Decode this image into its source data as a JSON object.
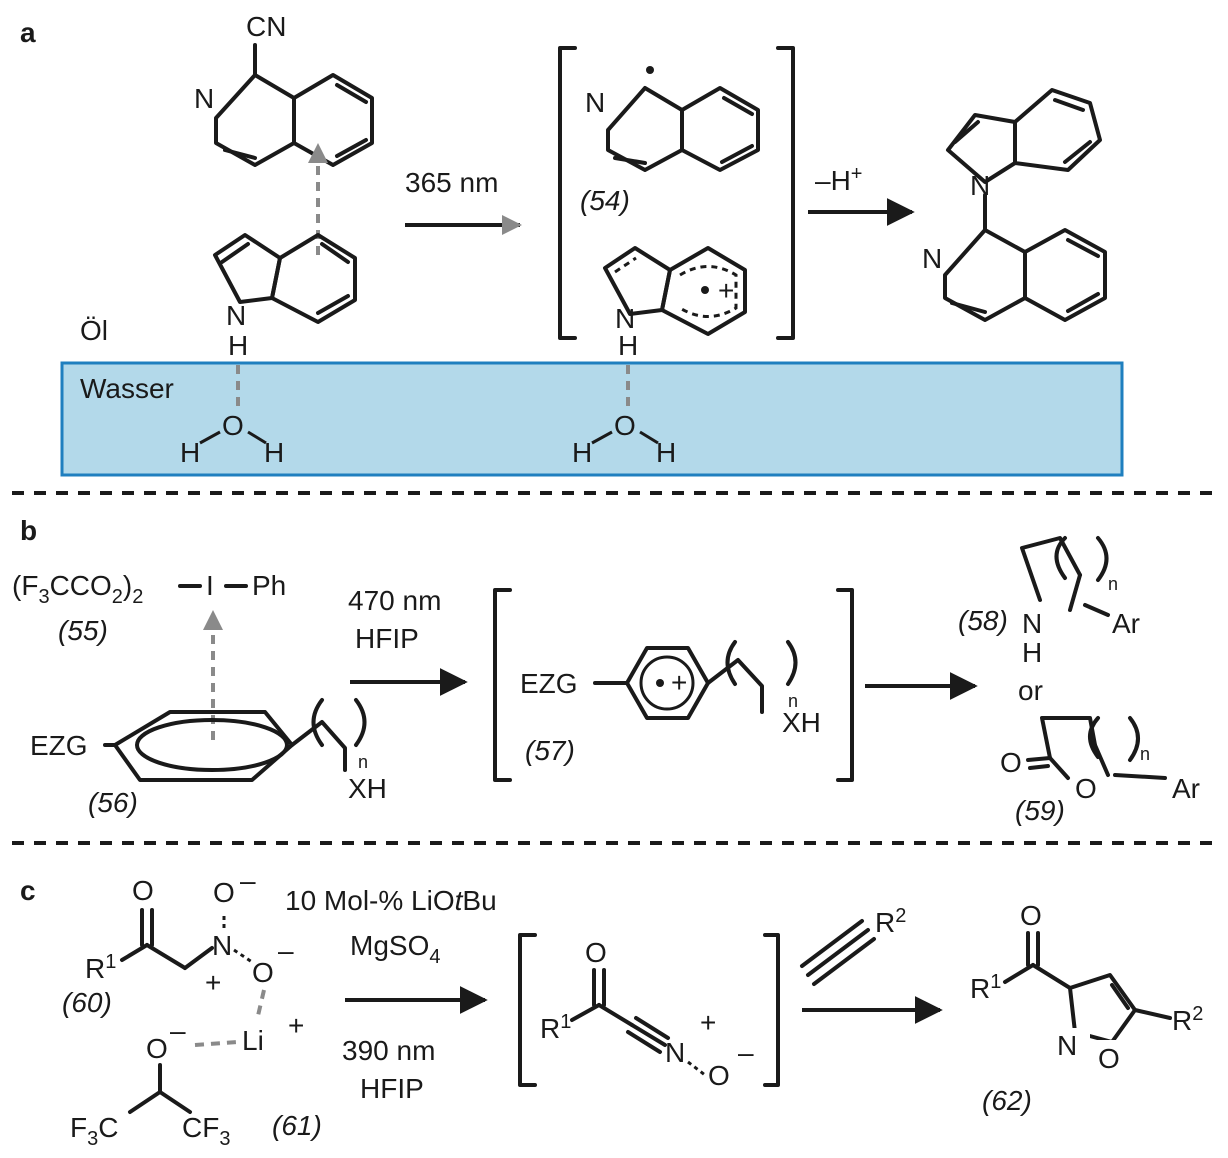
{
  "colors": {
    "water_fill": "#b3d9ea",
    "water_border": "#1f7fbf",
    "ink": "#1a1a1a",
    "interaction_arrow": "#8a8a8a"
  },
  "panel_a": {
    "label": "a",
    "conditions": "365 nm",
    "step2": "–H",
    "step2_sup": "+",
    "oil_label": "Öl",
    "water_label": "Wasser",
    "compound_54": "(54)",
    "atoms": {
      "cn": "CN",
      "n": "N",
      "nh_n": "N",
      "nh_h": "H",
      "o": "O",
      "h": "H",
      "plus": "+"
    }
  },
  "panel_b": {
    "label": "b",
    "conditions_line1": "470 nm",
    "conditions_line2": "HFIP",
    "reagent_left": "(F",
    "reagent_3": "3",
    "reagent_mid": "CCO",
    "reagent_2": "2",
    "reagent_close": ")",
    "reagent_2b": "2",
    "reagent_i": "I",
    "reagent_ph": "Ph",
    "compound_55": "(55)",
    "compound_56": "(56)",
    "compound_57": "(57)",
    "compound_58": "(58)",
    "compound_59": "(59)",
    "ezg": "EZG",
    "xh": "XH",
    "n_sub": "n",
    "or": "or",
    "ar": "Ar",
    "nh_n": "N",
    "nh_h": "H",
    "o": "O",
    "plus": "+"
  },
  "panel_c": {
    "label": "c",
    "cond_top1": "10 Mol-% LiO",
    "cond_top1_ital": "t",
    "cond_top1_end": "Bu",
    "cond_top2": "MgSO",
    "cond_top2_sub": "4",
    "cond_bot1": "390 nm",
    "cond_bot2": "HFIP",
    "compound_60": "(60)",
    "compound_61": "(61)",
    "compound_62": "(62)",
    "r1": "R",
    "sup1": "1",
    "r2": "R",
    "sup2": "2",
    "o": "O",
    "n": "N",
    "li": "Li",
    "minus": "–",
    "plus": "+",
    "f3c_f": "F",
    "f3c_3": "3",
    "f3c_c": "C",
    "cf3_cf": "CF",
    "cf3_3": "3",
    "iso_n": "N",
    "iso_o": "O"
  }
}
